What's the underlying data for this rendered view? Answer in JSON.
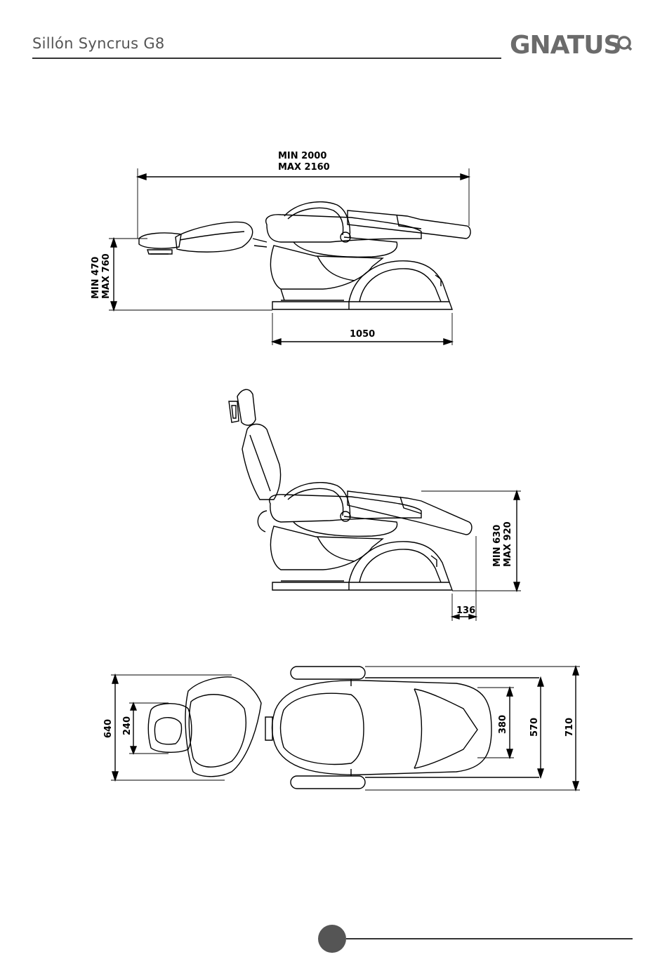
{
  "header": {
    "title": "Sillón Syncrus G8",
    "brand": "GNATUS"
  },
  "drawings": {
    "side_reclined": {
      "length_min": "MIN  2000",
      "length_max": "MAX  2160",
      "height_min": "MIN  470",
      "height_max": "MAX  760",
      "base_length": "1050"
    },
    "side_upright": {
      "height_min": "MIN  630",
      "height_max": "MAX  920",
      "offset": "136"
    },
    "top_view": {
      "headrest_width": "640",
      "head_cushion_width": "240",
      "seat_width": "380",
      "armrest_inner": "570",
      "armrest_outer": "710"
    }
  },
  "colors": {
    "line": "#000000",
    "header_text": "#555555",
    "brand": "#6b6b6b"
  }
}
